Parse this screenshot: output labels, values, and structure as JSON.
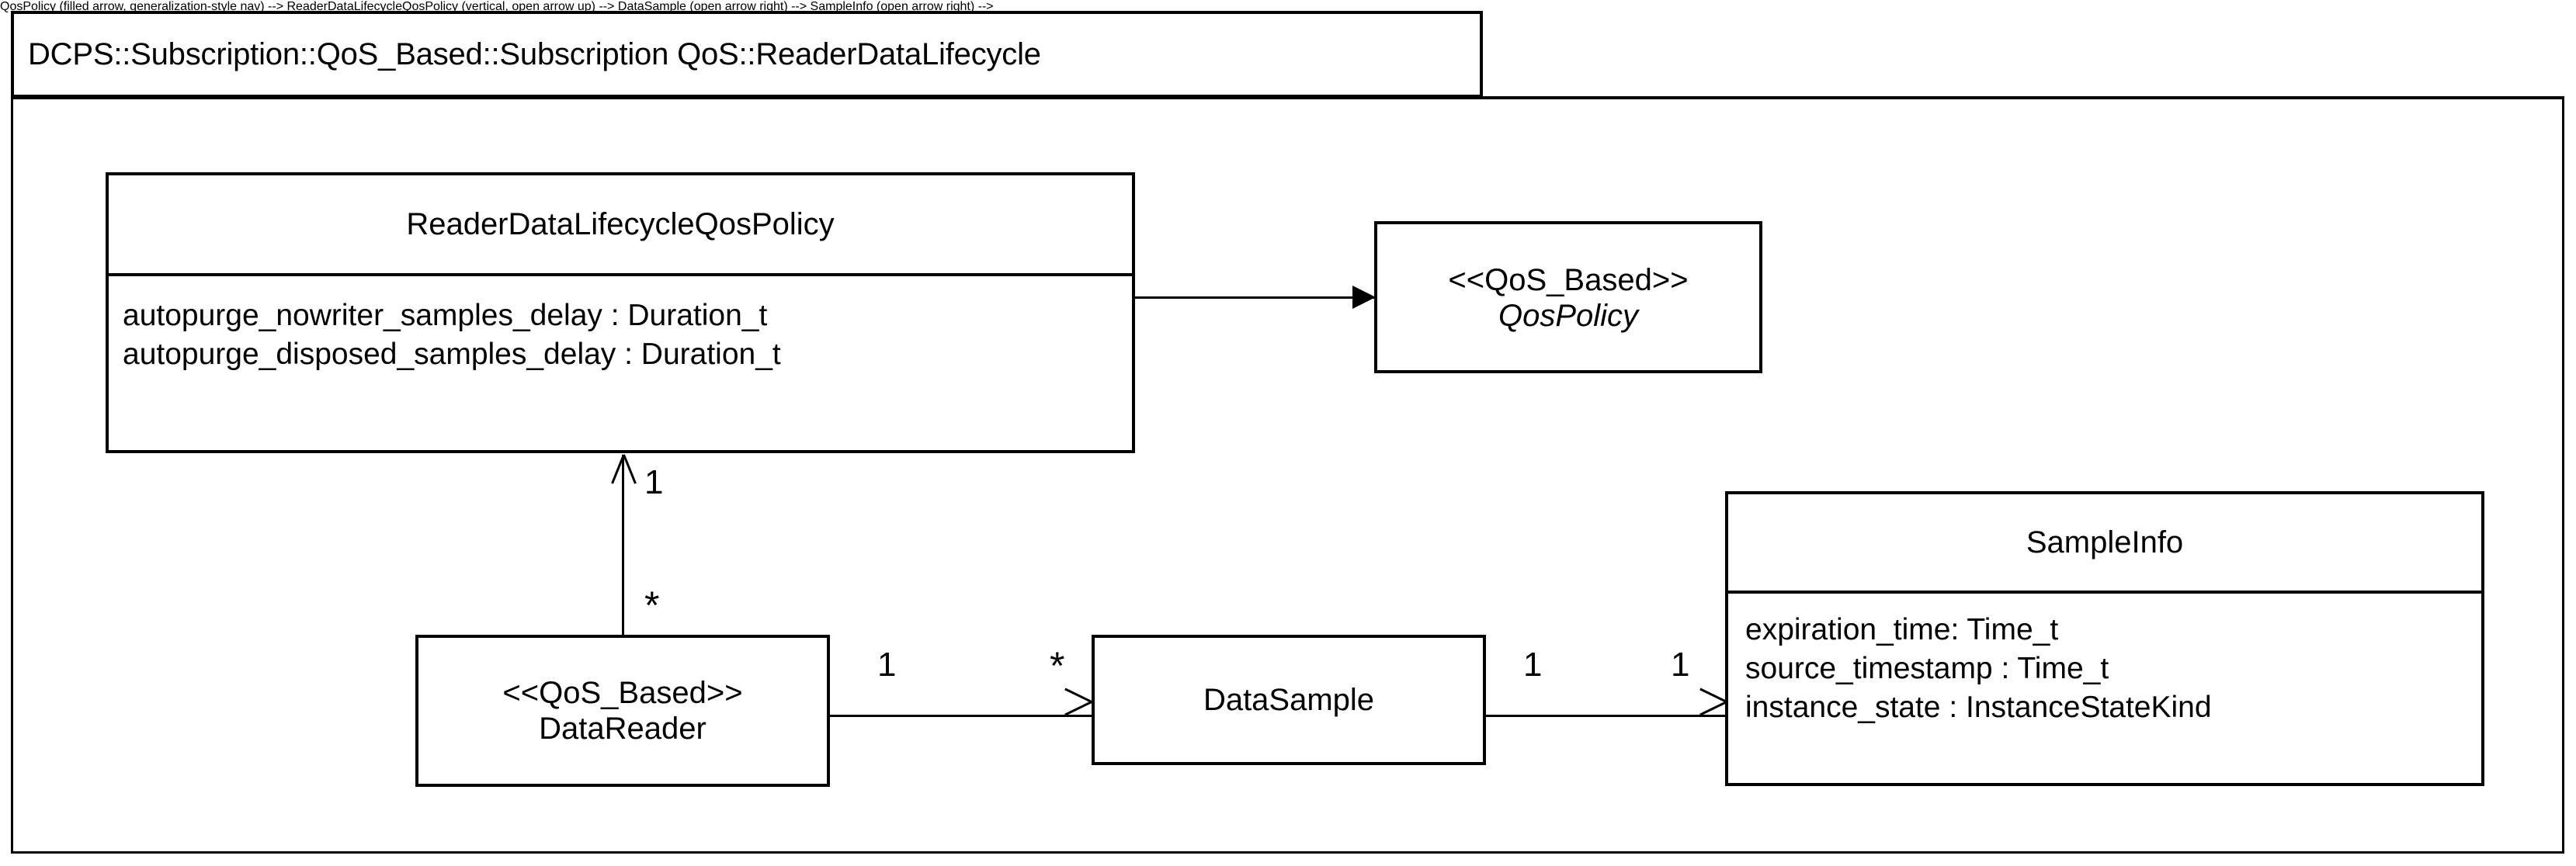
{
  "diagram": {
    "type": "uml-class-diagram",
    "package_label": "DCPS::Subscription::QoS_Based::Subscription QoS::ReaderDataLifecycle"
  },
  "classes": {
    "reader_data_lifecycle_qos_policy": {
      "name": "ReaderDataLifecycleQosPolicy",
      "attributes": [
        "autopurge_nowriter_samples_delay : Duration_t",
        "autopurge_disposed_samples_delay : Duration_t"
      ]
    },
    "qos_policy": {
      "stereotype": "<<QoS_Based>>",
      "name": "QosPolicy"
    },
    "data_reader": {
      "stereotype": "<<QoS_Based>>",
      "name": "DataReader"
    },
    "data_sample": {
      "name": "DataSample"
    },
    "sample_info": {
      "name": "SampleInfo",
      "attributes": [
        "expiration_time: Time_t",
        "source_timestamp : Time_t",
        "instance_state : InstanceStateKind"
      ]
    }
  },
  "multiplicities": {
    "policy_end": "1",
    "reader_end": "*",
    "reader_to_sample_source": "1",
    "reader_to_sample_target": "*",
    "sample_to_info_source": "1",
    "sample_to_info_target": "1"
  },
  "colors": {
    "stroke": "#000000",
    "background": "#ffffff",
    "text": "#000000"
  }
}
